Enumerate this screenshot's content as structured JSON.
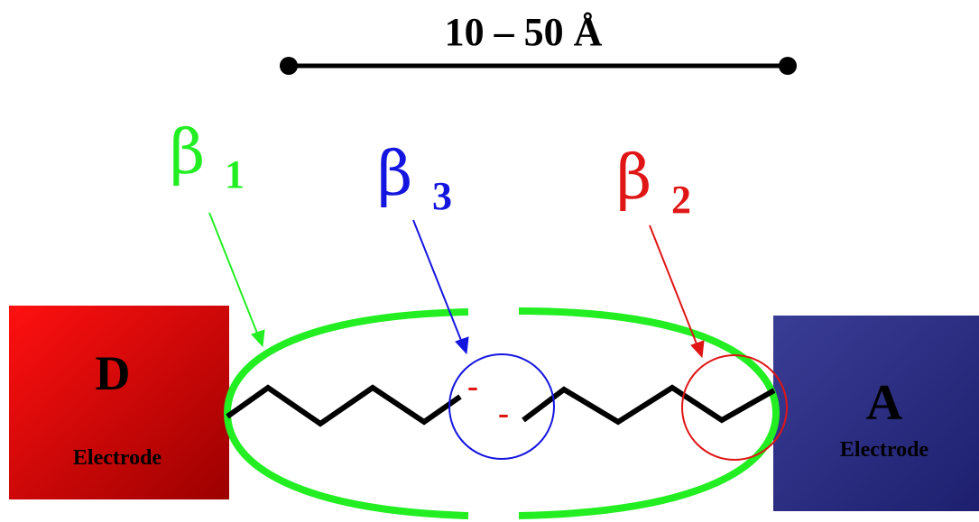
{
  "distance_label": "10 – 50 Å",
  "donor": {
    "letter": "D",
    "caption": "Electrode",
    "color_light": "#ff1010",
    "color_dark": "#9c0000"
  },
  "acceptor": {
    "letter": "A",
    "caption": "Electrode",
    "color_light": "#3a3d95",
    "color_dark": "#1d1f6e"
  },
  "couplings": [
    {
      "symbol": "β",
      "subscript": "1",
      "color": "#22ee22"
    },
    {
      "symbol": "β",
      "subscript": "3",
      "color": "#1515e0"
    },
    {
      "symbol": "β",
      "subscript": "2",
      "color": "#e01515"
    }
  ],
  "charges": {
    "symbol": "-",
    "color": "#e01515"
  }
}
